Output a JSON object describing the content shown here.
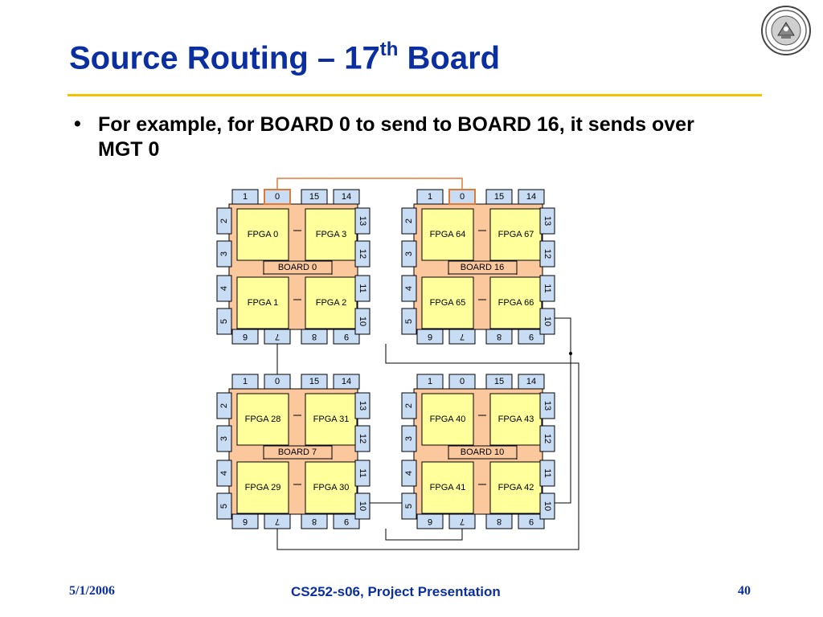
{
  "header": {
    "title_main": "Source Routing – 17",
    "title_sup": "th",
    "title_end": " Board"
  },
  "body": {
    "bullet_symbol": "•",
    "bullet_text": "For example, for BOARD 0 to send to BOARD 16, it sends over MGT 0"
  },
  "diagram": {
    "colors": {
      "board_fill": "#fbc89e",
      "fpga_fill": "#ffff9c",
      "port_fill": "#c8dcf4",
      "port_highlight_border": "#e07a38",
      "route_highlight": "#e07a38",
      "wire": "#000000"
    },
    "boards": [
      {
        "name": "BOARD 0",
        "fpgas": [
          "FPGA 0",
          "FPGA 3",
          "FPGA 1",
          "FPGA 2"
        ],
        "highlight_ports": [
          "0"
        ]
      },
      {
        "name": "BOARD 16",
        "fpgas": [
          "FPGA 64",
          "FPGA 67",
          "FPGA 65",
          "FPGA 66"
        ],
        "highlight_ports": [
          "0"
        ]
      },
      {
        "name": "BOARD 7",
        "fpgas": [
          "FPGA 28",
          "FPGA 31",
          "FPGA 29",
          "FPGA 30"
        ],
        "highlight_ports": []
      },
      {
        "name": "BOARD 10",
        "fpgas": [
          "FPGA 40",
          "FPGA 43",
          "FPGA 41",
          "FPGA 42"
        ],
        "highlight_ports": []
      }
    ],
    "ports": {
      "top": [
        "1",
        "0",
        "15",
        "14"
      ],
      "bottom": [
        "6",
        "7",
        "8",
        "9"
      ],
      "left": [
        "2",
        "3",
        "4",
        "5"
      ],
      "right": [
        "13",
        "12",
        "11",
        "10"
      ]
    }
  },
  "footer": {
    "date": "5/1/2006",
    "course": "CS252-s06, Project Presentation",
    "page": "40"
  }
}
